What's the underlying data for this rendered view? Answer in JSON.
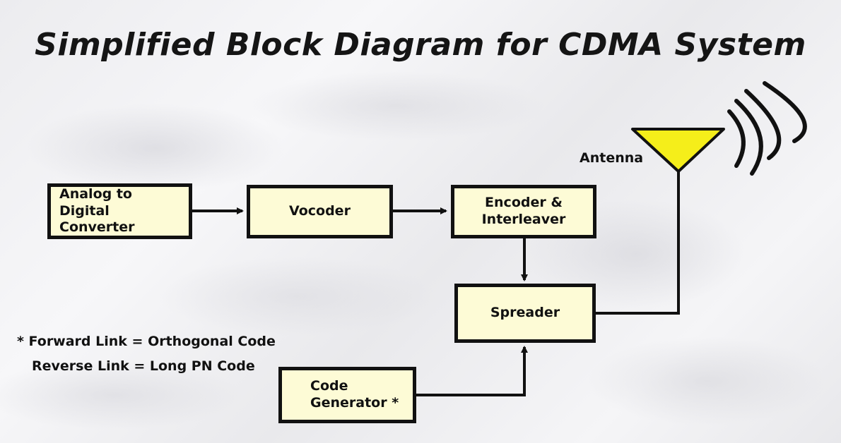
{
  "title": "Simplified Block Diagram for CDMA System",
  "blocks": {
    "adc": "Analog to\nDigital Converter",
    "vocoder": "Vocoder",
    "encoder": "Encoder &\nInterleaver",
    "spreader": "Spreader",
    "code_generator": "Code\nGenerator *"
  },
  "antenna_label": "Antenna",
  "footnote": {
    "line1": "* Forward Link = Orthogonal Code",
    "line2": "Reverse Link = Long PN Code"
  },
  "colors": {
    "block_fill": "#fdfbd6",
    "antenna_fill": "#f5ee1a",
    "line": "#111111"
  },
  "edges": [
    {
      "from": "Analog to Digital Converter",
      "to": "Vocoder"
    },
    {
      "from": "Vocoder",
      "to": "Encoder & Interleaver"
    },
    {
      "from": "Encoder & Interleaver",
      "to": "Spreader"
    },
    {
      "from": "Code Generator",
      "to": "Spreader"
    },
    {
      "from": "Spreader",
      "to": "Antenna"
    }
  ]
}
